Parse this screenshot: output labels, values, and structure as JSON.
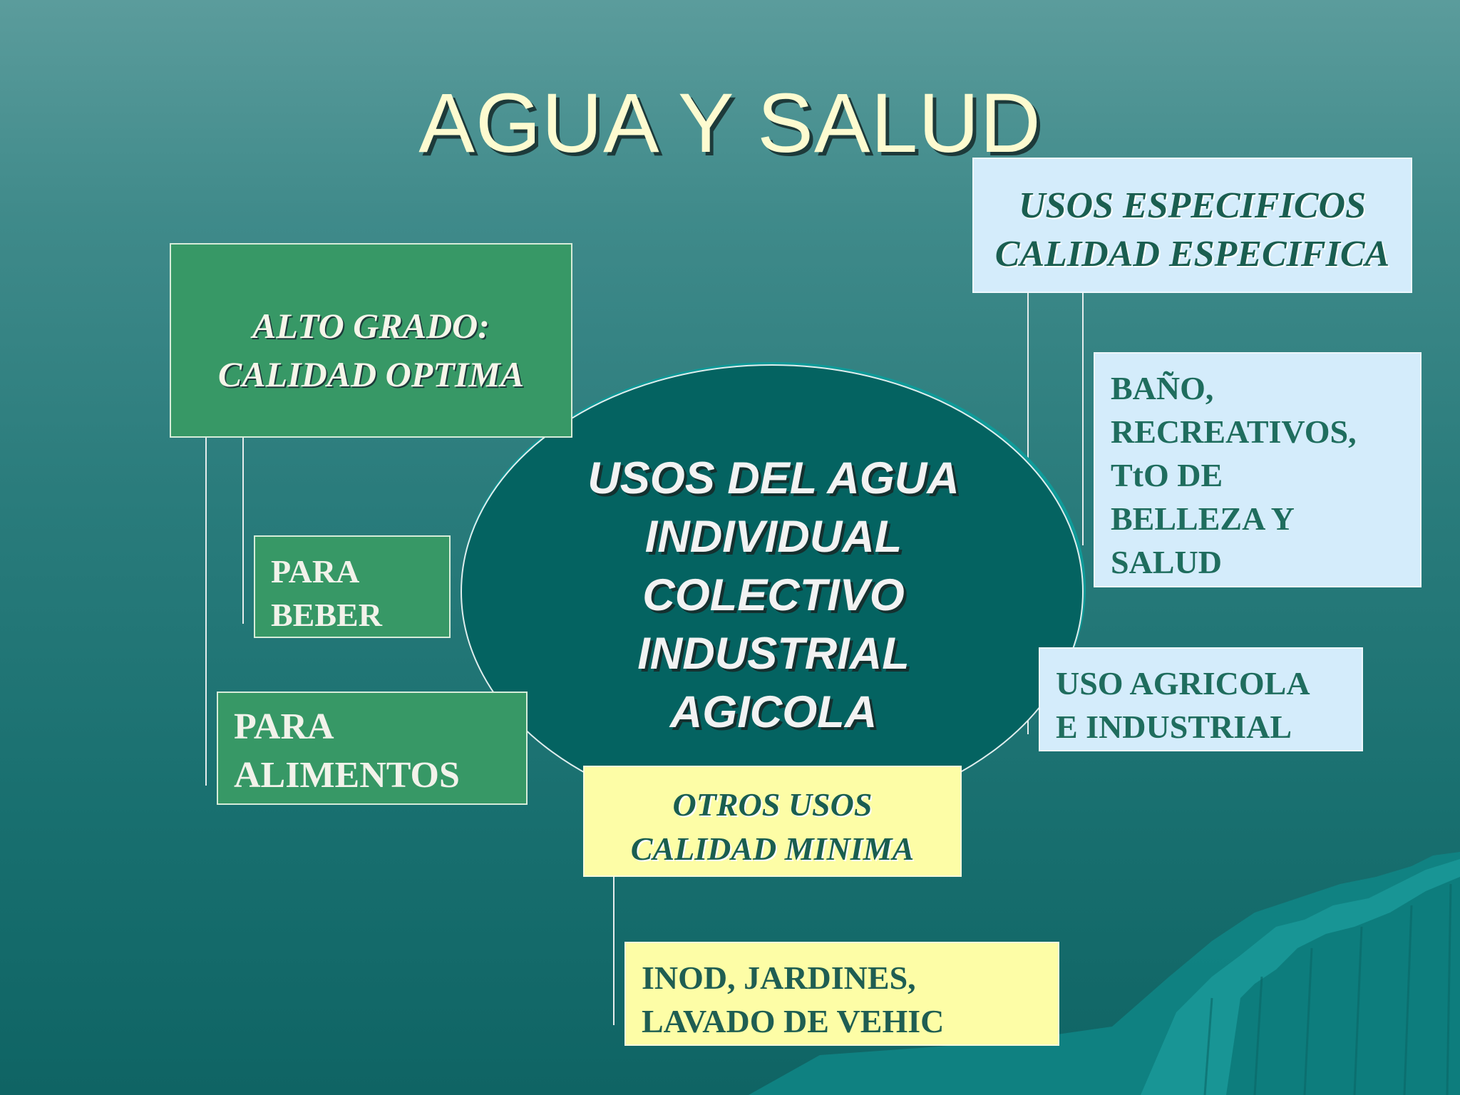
{
  "title": "AGUA Y SALUD",
  "center": {
    "lines": [
      "USOS DEL AGUA",
      "INDIVIDUAL",
      "COLECTIVO",
      "INDUSTRIAL",
      "AGICOLA"
    ]
  },
  "alto_grado": {
    "line1": "ALTO GRADO:",
    "line2": "CALIDAD OPTIMA"
  },
  "para_beber": {
    "line1": "PARA",
    "line2": "BEBER"
  },
  "para_alimentos": {
    "line1": "PARA",
    "line2": "ALIMENTOS"
  },
  "usos_especificos": {
    "line1": "USOS ESPECIFICOS",
    "line2": "CALIDAD ESPECIFICA"
  },
  "bano": {
    "lines": [
      "BAÑO,",
      "RECREATIVOS,",
      "TtO DE",
      "BELLEZA Y",
      "SALUD"
    ]
  },
  "uso_agricola": {
    "line1": "USO AGRICOLA",
    "line2": "E INDUSTRIAL"
  },
  "otros_usos": {
    "line1": "OTROS USOS",
    "line2": "CALIDAD MINIMA"
  },
  "inod": {
    "line1": "INOD, JARDINES,",
    "line2": "LAVADO DE VEHIC"
  },
  "colors": {
    "green_box": "#379866",
    "light_box": "#d4ecfb",
    "yellow_box": "#fdfda6",
    "ellipse": "#016563",
    "title": "#fdfbd0"
  },
  "decoration": "waves-icon"
}
